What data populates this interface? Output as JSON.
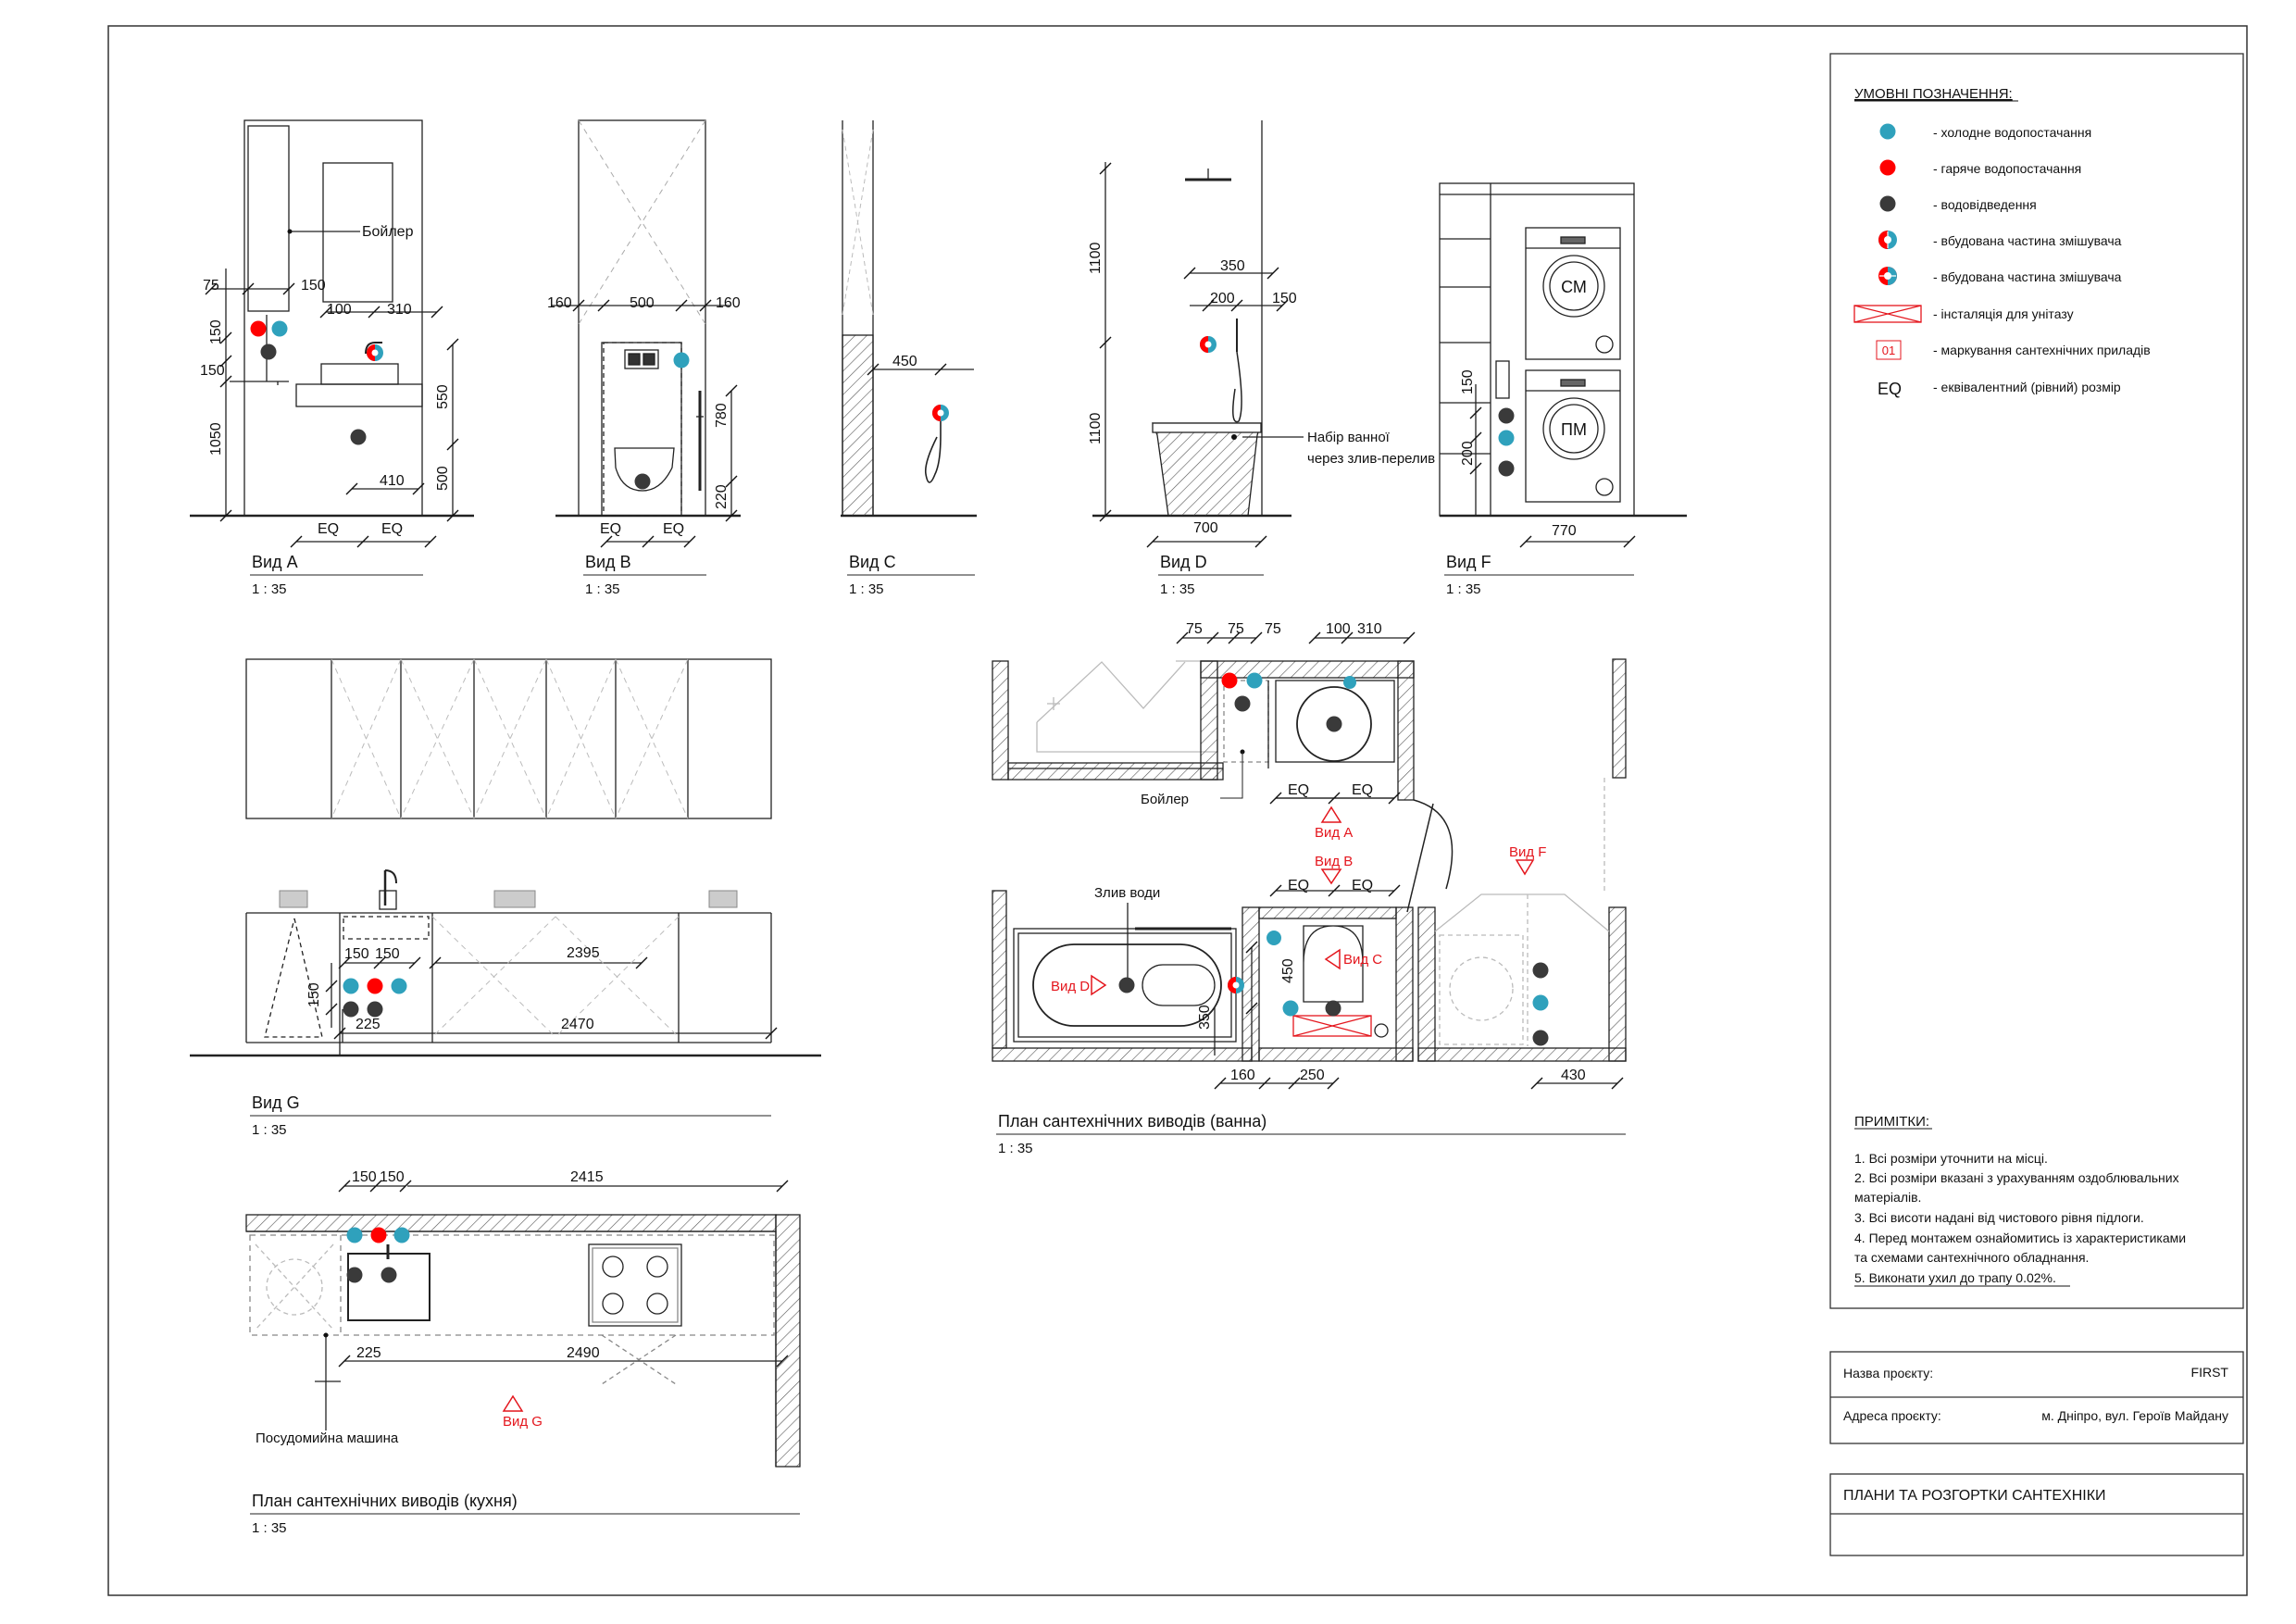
{
  "colors": {
    "cold": "#2fa1bc",
    "hot": "#ff0000",
    "drain": "#3a3a3a",
    "red": "#e4161d",
    "line": "#1a1a1a"
  },
  "views": {
    "a": {
      "title": "Вид A",
      "scale": "1 : 35",
      "boiler": "Бойлер",
      "dims": {
        "d75": "75",
        "d150a": "150",
        "d100": "100",
        "d310": "310",
        "d150v1": "150",
        "d150v2": "150",
        "d1050": "1050",
        "d550": "550",
        "d500": "500",
        "d410": "410",
        "eq1": "EQ",
        "eq2": "EQ"
      }
    },
    "b": {
      "title": "Вид B",
      "scale": "1 : 35",
      "dims": {
        "d160l": "160",
        "d500": "500",
        "d160r": "160",
        "d780": "780",
        "d220": "220",
        "eq1": "EQ",
        "eq2": "EQ"
      }
    },
    "c": {
      "title": "Вид C",
      "scale": "1 : 35",
      "dims": {
        "d450": "450"
      }
    },
    "d": {
      "title": "Вид D",
      "scale": "1 : 35",
      "note1": "Набір ванної",
      "note2": "через злив-перелив",
      "dims": {
        "d1100a": "1100",
        "d1100b": "1100",
        "d350": "350",
        "d200": "200",
        "d150": "150",
        "d700": "700"
      }
    },
    "f": {
      "title": "Вид F",
      "scale": "1 : 35",
      "washer": "СМ",
      "dryer": "ПМ",
      "dims": {
        "d150": "150",
        "d200": "200",
        "d770": "770"
      }
    },
    "g": {
      "title": "Вид G",
      "scale": "1 : 35",
      "dims": {
        "d150a": "150",
        "d150b": "150",
        "d2395": "2395",
        "d150v": "150",
        "d225": "225",
        "d2470": "2470"
      }
    }
  },
  "kitchen_plan": {
    "title": "План сантехнічних виводів (кухня)",
    "scale": "1 : 35",
    "dishwasher": "Посудомийна машина",
    "view_marker": "Вид G",
    "dims": {
      "d150a": "150",
      "d150b": "150",
      "d2415": "2415",
      "d225": "225",
      "d2490": "2490"
    }
  },
  "bath_plan": {
    "title": "План сантехнічних виводів (ванна)",
    "scale": "1 : 35",
    "boiler": "Бойлер",
    "drain_label": "Злив води",
    "markers": {
      "a": "Вид A",
      "b": "Вид B",
      "c": "Вид C",
      "d": "Вид D",
      "f": "Вид F"
    },
    "dims": {
      "d75a": "75",
      "d75b": "75",
      "d75c": "75",
      "d100": "100",
      "d310": "310",
      "eq1": "EQ",
      "eq2": "EQ",
      "eq3": "EQ",
      "eq4": "EQ",
      "d450": "450",
      "d350": "350",
      "d160": "160",
      "d250": "250",
      "d430": "430"
    }
  },
  "legend": {
    "title": "УМОВНІ ПОЗНАЧЕННЯ:",
    "items": [
      {
        "icon": "cold-water-icon",
        "label": "- холодне водопостачання"
      },
      {
        "icon": "hot-water-icon",
        "label": "- гаряче водопостачання"
      },
      {
        "icon": "drain-icon",
        "label": "- водовідведення"
      },
      {
        "icon": "mixer-cold-icon",
        "label": "- вбудована частина змішувача"
      },
      {
        "icon": "mixer-hot-icon",
        "label": "- вбудована частина змішувача"
      },
      {
        "icon": "toilet-frame-icon",
        "label": "- інсталяція для унітазу"
      },
      {
        "icon": "fixture-mark-icon",
        "label": "- маркування сантехнічних приладів",
        "mark": "01"
      },
      {
        "icon": "eq-icon",
        "label": "- еквівалентний (рівний) розмір",
        "mark": "EQ"
      }
    ]
  },
  "notes": {
    "title": "ПРИМІТКИ:",
    "lines": [
      "1. Всі розміри уточнити на місці.",
      "2. Всі розміри вказані з урахуванням оздоблювальних",
      "матеріалів.",
      "3. Всі висоти надані від чистового рівня підлоги.",
      "4. Перед монтажем ознайомитись із характеристиками",
      "та схемами сантехнічного обладнання.",
      "5. Виконати ухил до трапу 0.02%."
    ]
  },
  "project": {
    "name_label": "Назва проєкту:",
    "name": "FIRST",
    "address_label": "Адреса проєкту:",
    "address": "м. Дніпро, вул. Героїв Майдану"
  },
  "sheet_title": "ПЛАНИ ТА РОЗГОРТКИ САНТЕХНІКИ"
}
